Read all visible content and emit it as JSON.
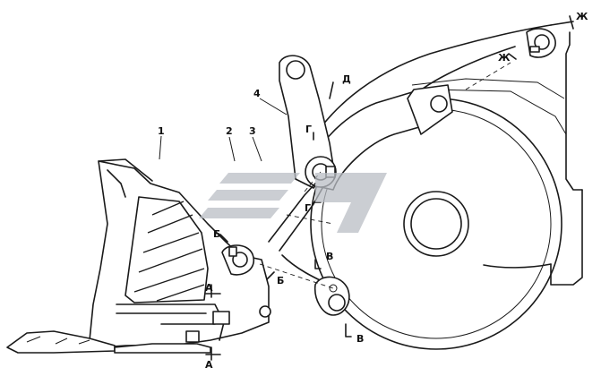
{
  "callouts": {
    "c1": "1",
    "c2": "2",
    "c3": "3",
    "c4": "4"
  },
  "sections": {
    "a_top": "А",
    "a_bottom": "А",
    "b_left": "Б",
    "b_right": "Б",
    "v_top": "В",
    "v_bottom": "В",
    "g_top": "Г",
    "g_bottom": "Г",
    "d": "Д",
    "zh_left": "Ж",
    "zh_right": "Ж"
  },
  "colors": {
    "line": "#1a1a1a",
    "watermark": "#b9bec4"
  }
}
